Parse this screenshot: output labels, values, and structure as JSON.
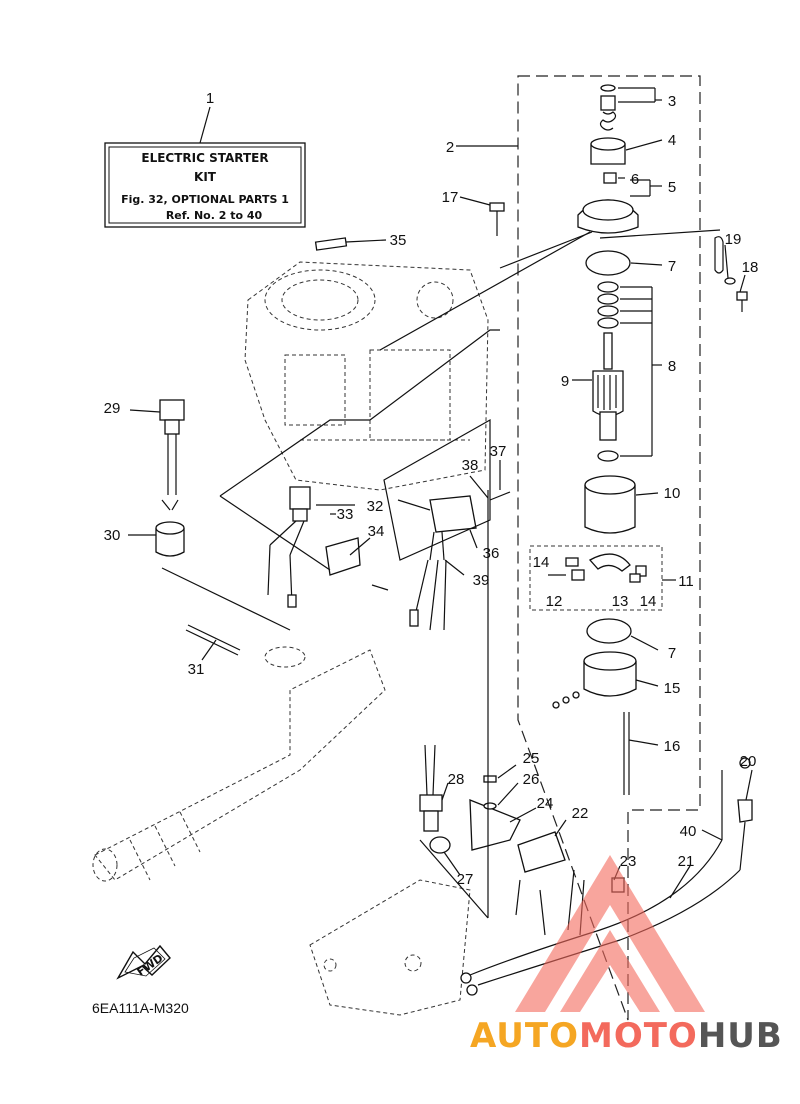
{
  "kit_label": {
    "title": "ELECTRIC STARTER",
    "subtitle": "KIT",
    "fig_ref": "Fig. 32, OPTIONAL PARTS 1",
    "ref_range": "Ref. No. 2 to 40"
  },
  "callouts": [
    "1",
    "2",
    "3",
    "4",
    "5",
    "6",
    "7",
    "8",
    "9",
    "10",
    "11",
    "12",
    "13",
    "14",
    "15",
    "16",
    "17",
    "18",
    "19",
    "20",
    "21",
    "22",
    "23",
    "24",
    "25",
    "26",
    "27",
    "28",
    "29",
    "30",
    "31",
    "32",
    "33",
    "34",
    "35",
    "36",
    "37",
    "38",
    "39",
    "40"
  ],
  "direction_badge": "FWD",
  "diagram_code": "6EA111A-M320",
  "watermark": {
    "part1": "AUTO",
    "part2": "MOTO",
    "part3": "HUB",
    "colors": {
      "auto": "#f5a623",
      "moto": "#f36a5d",
      "hub": "#555555",
      "triangle": "#f36a5d"
    }
  }
}
